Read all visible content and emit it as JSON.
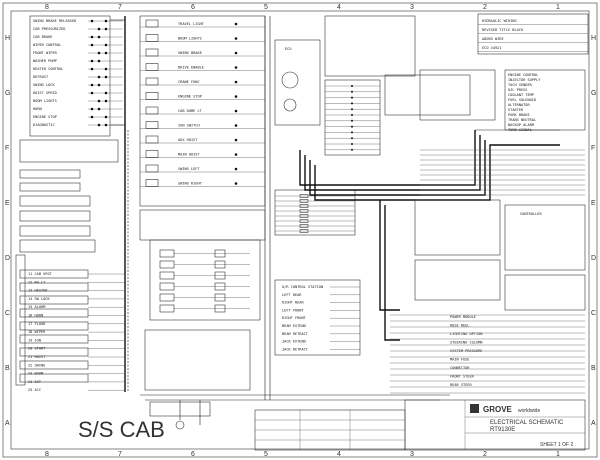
{
  "sheet": {
    "section_title": "S/S CAB",
    "grid_columns": [
      "8",
      "7",
      "6",
      "5",
      "4",
      "3",
      "2",
      "1"
    ],
    "grid_rows": [
      "H",
      "G",
      "F",
      "E",
      "D",
      "C",
      "B",
      "A"
    ]
  },
  "title_block": {
    "company": "GROVE",
    "company_suffix": "worldwide",
    "doc_title_1": "ELECTRICAL SCHEMATIC",
    "doc_title_2": "RT9130E",
    "sheet_label": "SHEET 1 OF 2"
  },
  "tables": {
    "top_right_notes": [
      "HYDRAULIC WIRING",
      "REVISED TITLE BLOCK",
      "ADDED WIRE",
      "ECO 44921"
    ],
    "left_switch_labels": [
      "SWING BRAKE RELEASED",
      "CAB PRESSURIZED",
      "CAB BRAKE",
      "WIPER CONTROL",
      "FRONT WIPER",
      "WASHER PUMP",
      "HEATER CONTROL",
      "DEFROST",
      "SWING LOCK",
      "HOIST SPEED",
      "BOOM LIGHTS",
      "HORN",
      "ENGINE STOP",
      "DIAGNOSTIC"
    ]
  },
  "wire_labels": {
    "left_column": [
      "11 CAB SPOT",
      "12 RH LT",
      "13 HEATER",
      "14 SW LOCK",
      "15 ALARM",
      "16 HORN",
      "17 FLOOD",
      "18 WIPER",
      "19 IGN",
      "20 START",
      "21 HOIST",
      "22 SWING",
      "23 BOOM",
      "24 EXT",
      "25 ACC"
    ],
    "center_column": [
      "TRAVEL LIGHT",
      "BOOM LIGHTS",
      "SWING BRAKE",
      "DRIVE ENABLE",
      "CRANE FUNC",
      "ENGINE STOP",
      "CAB DOME LT",
      "IGN SWITCH",
      "AUX HOIST",
      "MAIN HOIST",
      "SWING LEFT",
      "SWING RIGHT"
    ],
    "right_column": [
      "ENGINE CONTROL",
      "INJECTOR SUPPLY",
      "TACH SENDER",
      "OIL PRESS",
      "COOLANT TEMP",
      "FUEL SOLENOID",
      "ALTERNATOR",
      "STARTER",
      "PARK BRAKE",
      "TRANS NEUTRAL",
      "BACKUP ALARM",
      "TURN SIGNAL"
    ],
    "lower_center": [
      "O/R CONTROL STATION",
      "LEFT REAR",
      "RIGHT REAR",
      "LEFT FRONT",
      "RIGHT FRONT",
      "BEAM EXTEND",
      "BEAM RETRACT",
      "JACK EXTEND",
      "JACK RETRACT"
    ],
    "lower_right": [
      "POWER MODULE",
      "HOSE REEL",
      "LIGHTING OPTION",
      "STEERING COLUMN",
      "SYSTEM PRESSURE",
      "MAIN FUSE",
      "CONNECTOR",
      "FRONT STEER",
      "REAR STEER"
    ],
    "ecu_label": "ECU",
    "controller_label": "CONTROLLER"
  }
}
